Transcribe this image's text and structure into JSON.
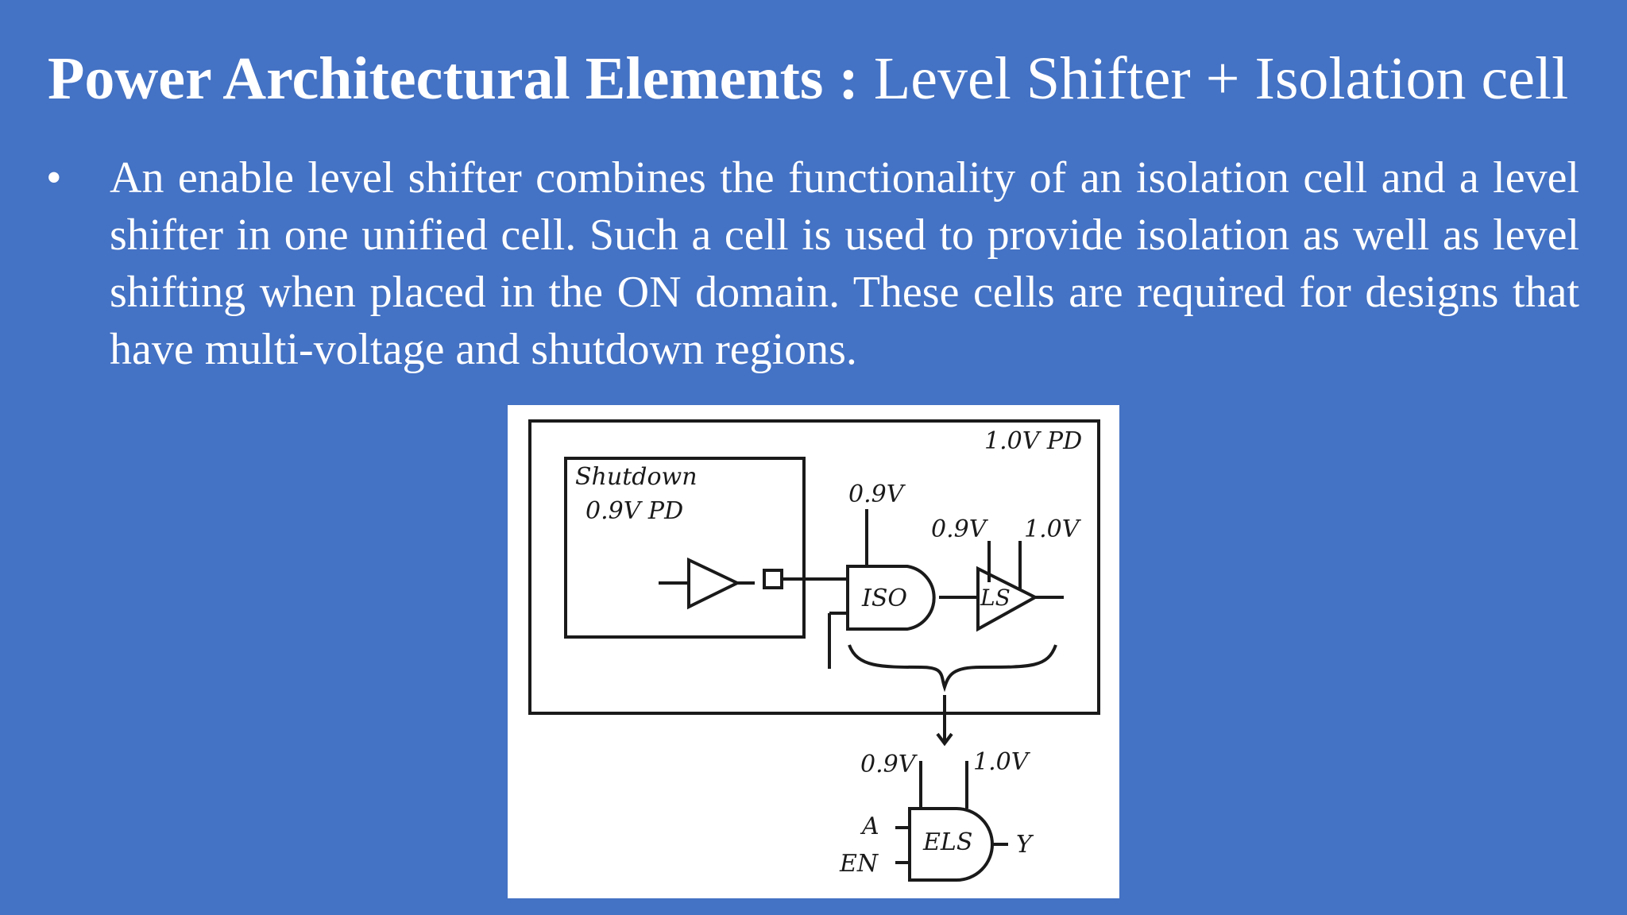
{
  "slide": {
    "title_bold": "Power Architectural Elements :",
    "title_regular": "Level Shifter + Isolation cell",
    "bullet_text": "An enable level shifter combines the functionality of an isolation cell and a level shifter in one unified cell. Such a cell is used to provide isolation as well as level shifting when placed in the ON domain. These cells are required for designs that have multi-voltage and shutdown regions."
  },
  "diagram": {
    "on_domain_label": "1.0V PD",
    "shutdown_label_line1": "Shutdown",
    "shutdown_label_line2": "0.9V PD",
    "iso_supply": "0.9V",
    "iso_label": "ISO",
    "ls_low_supply": "0.9V",
    "ls_high_supply": "1.0V",
    "ls_label": "LS",
    "els_low_supply": "0.9V",
    "els_high_supply": "1.0V",
    "els_label": "ELS",
    "els_input_a": "A",
    "els_input_en": "EN",
    "els_output_y": "Y"
  },
  "colors": {
    "background": "#4472c4",
    "text": "#ffffff",
    "figure_background": "#ffffff",
    "figure_ink": "#1a1a1a"
  }
}
